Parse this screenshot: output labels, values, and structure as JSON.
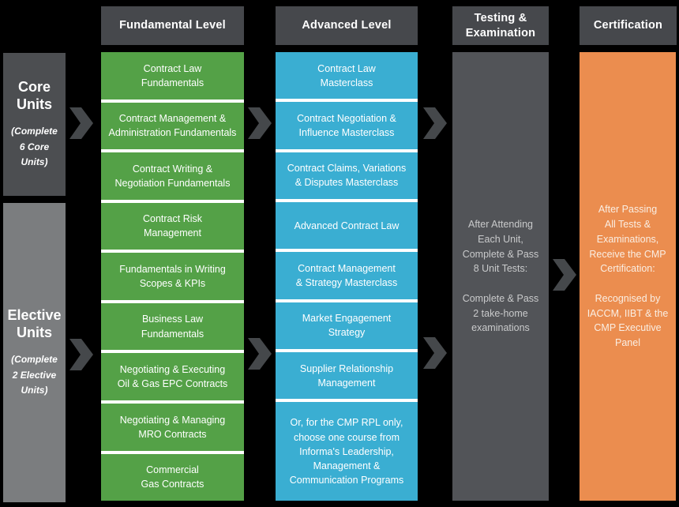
{
  "title": "CMP Certification Pathway",
  "colors": {
    "background": "#000000",
    "header_gray": "#46484c",
    "core_gray": "#4c4e51",
    "elective_gray": "#7b7d7f",
    "fundamental_green": "#54a147",
    "advanced_blue": "#3aaed2",
    "testing_gray": "#525458",
    "certification_orange": "#eb8d4f",
    "arrow_gray": "#45484b",
    "separator_white": "#ffffff"
  },
  "headers": {
    "fundamental": "Fundamental Level",
    "advanced": "Advanced Level",
    "testing": "Testing &\nExamination",
    "certification": "Certification"
  },
  "left_labels": {
    "core": {
      "title": "Core\nUnits",
      "note": "(Complete\n6 Core\nUnits)"
    },
    "elective": {
      "title": "Elective\nUnits",
      "note": "(Complete\n2 Elective\nUnits)"
    }
  },
  "fundamental_units": [
    "Contract Law\nFundamentals",
    "Contract Management &\nAdministration Fundamentals",
    "Contract Writing &\nNegotiation Fundamentals",
    "Contract Risk\nManagement",
    "Fundamentals in Writing\nScopes & KPIs",
    "Business Law\nFundamentals",
    "Negotiating & Executing\nOil & Gas EPC Contracts",
    "Negotiating & Managing\nMRO Contracts",
    "Commercial\nGas Contracts"
  ],
  "advanced_units": [
    "Contract Law\nMasterclass",
    "Contract Negotiation &\nInfluence Masterclass",
    "Contract Claims, Variations\n& Disputes Masterclass",
    "Advanced Contract Law",
    "Contract Management\n& Strategy Masterclass",
    "Market Engagement\nStrategy",
    "Supplier Relationship\nManagement",
    "Or, for the CMP RPL only,\nchoose one course from\nInforma's Leadership,\nManagement &\nCommunication Programs"
  ],
  "testing_text": "After Attending\nEach Unit,\nComplete & Pass\n8 Unit Tests:\n\nComplete & Pass\n2 take-home\nexaminations",
  "certification_text": "After Passing\nAll Tests &\nExaminations,\nReceive the CMP\nCertification:\n\nRecognised by\nIACCM, IIBT & the\nCMP Executive\nPanel"
}
